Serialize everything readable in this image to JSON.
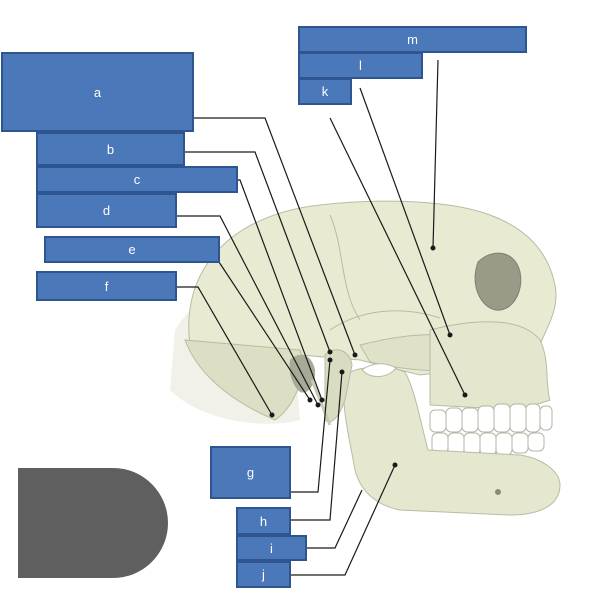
{
  "labels": {
    "a": "a",
    "b": "b",
    "c": "c",
    "d": "d",
    "e": "e",
    "f": "f",
    "g": "g",
    "h": "h",
    "i": "i",
    "j": "j",
    "k": "k",
    "l": "l",
    "m": "m"
  },
  "colors": {
    "label_fill": "#4a78b8",
    "label_border": "#2f5590",
    "bone": "#e8ead2",
    "bone_shadow": "#c9ccb4",
    "leader_line": "#1a1a1a",
    "tab": "#5f5f5f"
  }
}
